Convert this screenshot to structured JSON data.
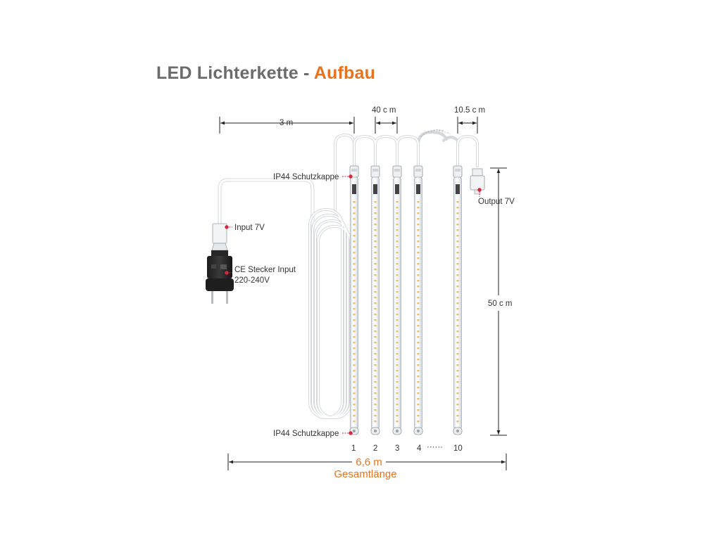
{
  "title": {
    "main": "LED Lichterkette - ",
    "accent": "Aufbau"
  },
  "colors": {
    "accent": "#e8731e",
    "title_grey": "#6b6b6b",
    "marker_red": "#d7263d",
    "led_warm": "#e8b35a"
  },
  "dimensions": {
    "cable_length": "3 m",
    "tube_spacing": "40 c m",
    "end_spacing": "10.5 c m",
    "tube_length": "50 c m",
    "total_length": "6,6 m",
    "total_label": "Gesamtlänge"
  },
  "callouts": {
    "cap_top": "IP44 Schutzkappe",
    "cap_bottom": "IP44 Schutzkappe",
    "input": "Input 7V",
    "plug_line1": "CE Stecker Input",
    "plug_line2": "220-240V",
    "output": "Output 7V"
  },
  "tubes": {
    "numbers": [
      "1",
      "2",
      "3",
      "4",
      "10"
    ],
    "ellipsis": "······"
  },
  "icons": [
    "plug-icon",
    "led-tube-icon",
    "connector-icon",
    "end-cap-icon"
  ]
}
